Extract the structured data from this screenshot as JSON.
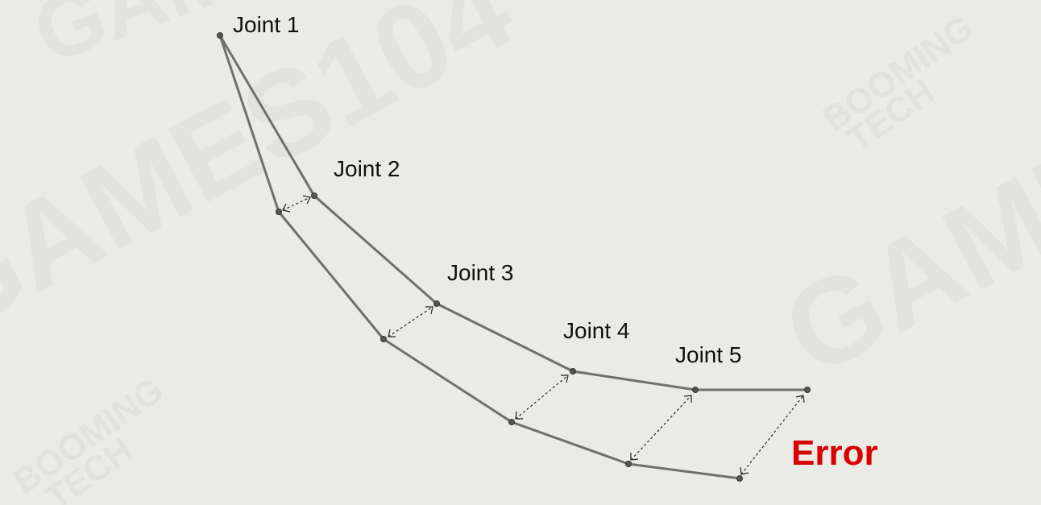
{
  "diagram": {
    "joint_labels": [
      "Joint 1",
      "Joint 2",
      "Joint 3",
      "Joint 4",
      "Joint 5"
    ],
    "error_label": "Error",
    "error_color": "#d80000",
    "bone_color": "#6f6f6f"
  },
  "watermarks": {
    "course": "GAMES104",
    "studio_line1": "BOOMING",
    "studio_line2": "TECH"
  }
}
